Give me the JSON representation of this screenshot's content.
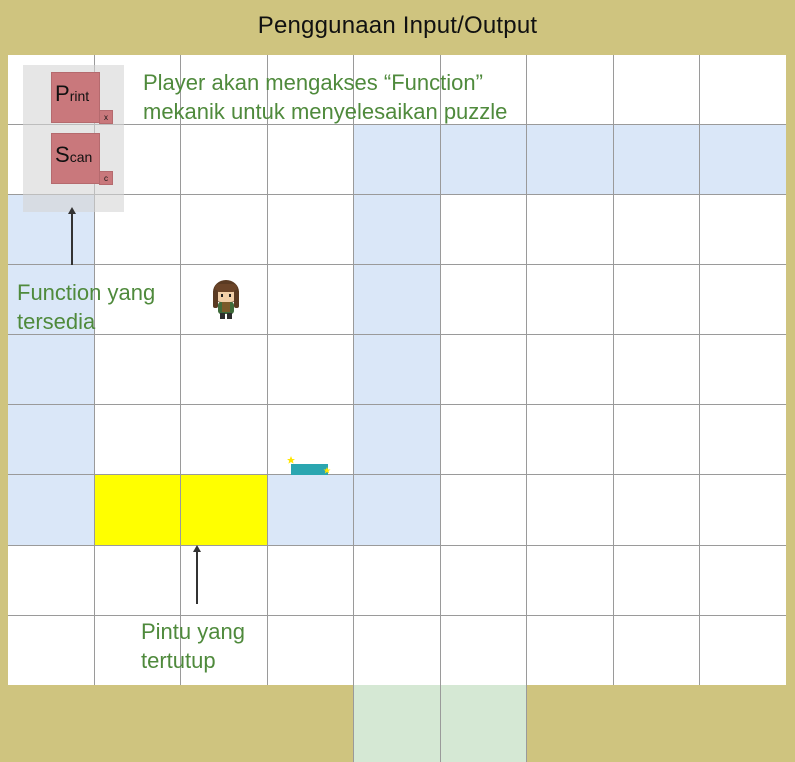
{
  "title": "Penggunaan Input/Output",
  "grid": {
    "cols": 9,
    "rows": 9,
    "blue_cells": [
      [
        4,
        1
      ],
      [
        5,
        1
      ],
      [
        6,
        1
      ],
      [
        7,
        1
      ],
      [
        8,
        1
      ],
      [
        0,
        2
      ],
      [
        4,
        2
      ],
      [
        0,
        3
      ],
      [
        4,
        3
      ],
      [
        0,
        4
      ],
      [
        4,
        4
      ],
      [
        0,
        5
      ],
      [
        4,
        5
      ],
      [
        0,
        6
      ],
      [
        3,
        6
      ],
      [
        4,
        6
      ]
    ],
    "yellow_cells": [
      [
        1,
        6
      ],
      [
        2,
        6
      ]
    ],
    "colors": {
      "background": "#cfc47f",
      "floor": "#ffffff",
      "path": "#dae7f8",
      "door": "#ffff00",
      "exit": "#d5e8d4",
      "annotation": "#4f8a3c",
      "card": "#c9787c"
    }
  },
  "functions": [
    {
      "first": "P",
      "rest": "rint",
      "key": "x"
    },
    {
      "first": "S",
      "rest": "can",
      "key": "c"
    }
  ],
  "annotations": {
    "player_line1": "Player akan mengakses “Function”",
    "player_line2": "mekanik untuk menyelesaikan puzzle",
    "function_line1": "Function yang",
    "function_line2": "tersedia",
    "door_line1": "Pintu yang",
    "door_line2": "tertutup"
  },
  "icons": {
    "player": "player-character-icon",
    "pickup": "function-item-pickup-icon",
    "arrow": "arrow-up-icon"
  }
}
